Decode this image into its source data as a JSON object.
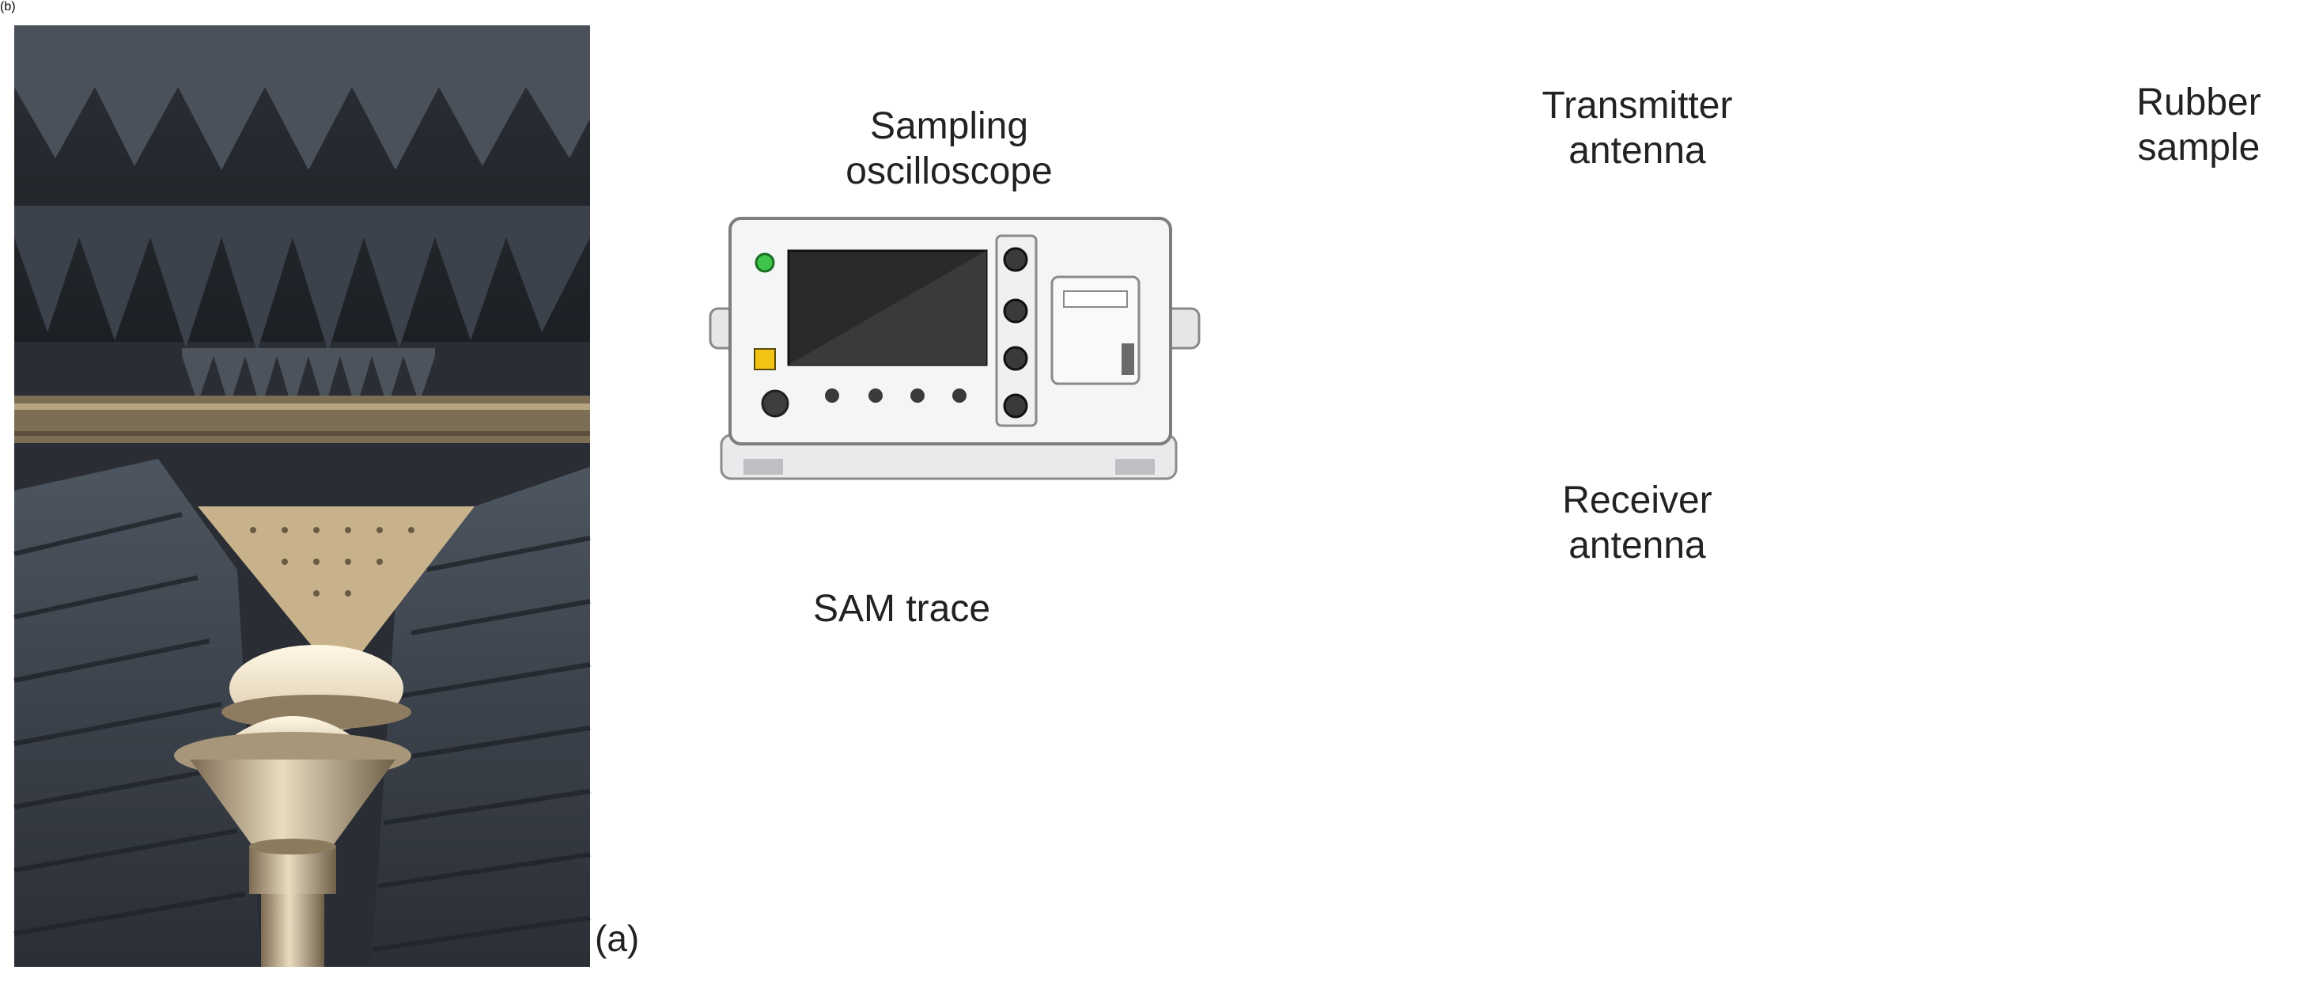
{
  "panel_a": {
    "tag": "(a)"
  },
  "panel_b": {
    "tag": "(b)",
    "oscilloscope_label": [
      "Sampling",
      "oscilloscope"
    ],
    "transmitter_label": [
      "Transmitter",
      "antenna"
    ],
    "receiver_label": [
      "Receiver",
      "antenna"
    ],
    "sample_label": [
      "Rubber",
      "sample"
    ],
    "trace_title": "SAM trace"
  },
  "colors": {
    "absorber_foam": "#3a3f47",
    "antenna_metal": "#b8a98a",
    "scope_body": "#f1f2f3",
    "screen": "#2b2b2b",
    "transmitter_ring": "#3e5bb5",
    "receiver_ring": "#a33434",
    "wave": "#e8338b",
    "sample": "#3c3c3e",
    "trace_signal": "#34d5ea"
  }
}
